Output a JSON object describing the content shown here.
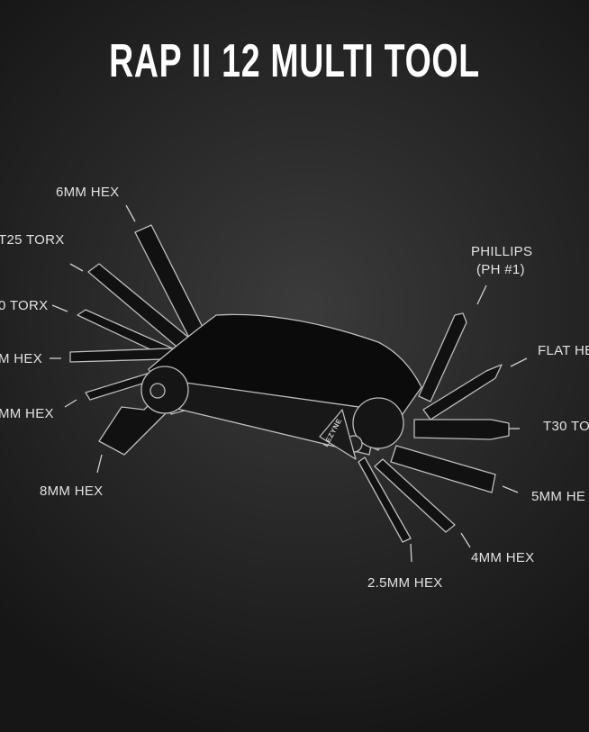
{
  "title": "RAP II 12 MULTI TOOL",
  "brand_mark": "LEZYNE",
  "labels": {
    "hex6": "6MM HEX",
    "t25": "T25 TORX",
    "t20": "0 TORX",
    "hex3": "M HEX",
    "hex2": "MM HEX",
    "hex8": "8MM HEX",
    "phillips": "PHILLIPS",
    "phillips_size": "(PH #1)",
    "flat": "FLAT HE",
    "t30": "T30 TO",
    "hex5": "5MM HE",
    "hex4": "4MM HEX",
    "hex25": "2.5MM HEX"
  },
  "colors": {
    "line": "#bdbdbd",
    "body": "#0d0d0d"
  }
}
